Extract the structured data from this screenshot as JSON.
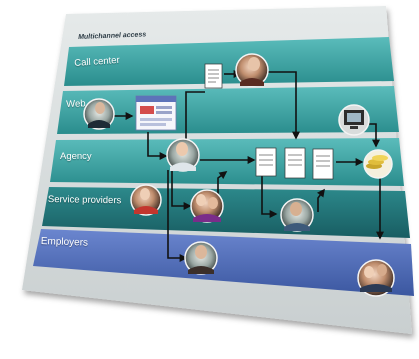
{
  "slide": {
    "title": "Multichannel access"
  },
  "lanes": [
    {
      "label": "Call center",
      "color": "#3fa6a6"
    },
    {
      "label": "Web",
      "color": "#2f9596"
    },
    {
      "label": "Agency",
      "color": "#3aa1a0"
    },
    {
      "label": "Service providers",
      "color": "#1f6f73"
    },
    {
      "label": "Employers",
      "color": "#4a69b5"
    }
  ],
  "icons": [
    "call-center-agent-photo",
    "web-user-photo",
    "web-form-icon",
    "agency-caseworker-photo",
    "service-provider-family-photo",
    "service-provider-client-photo",
    "service-provider-agent-photo",
    "employer-photo",
    "employer-group-photo",
    "computer-terminal-icon",
    "document-icon",
    "coins-icon"
  ],
  "colors": {
    "background": "#ffffff",
    "panel": "#d7dcdd",
    "arrow": "#111111",
    "lane_text": "#ffffff"
  }
}
